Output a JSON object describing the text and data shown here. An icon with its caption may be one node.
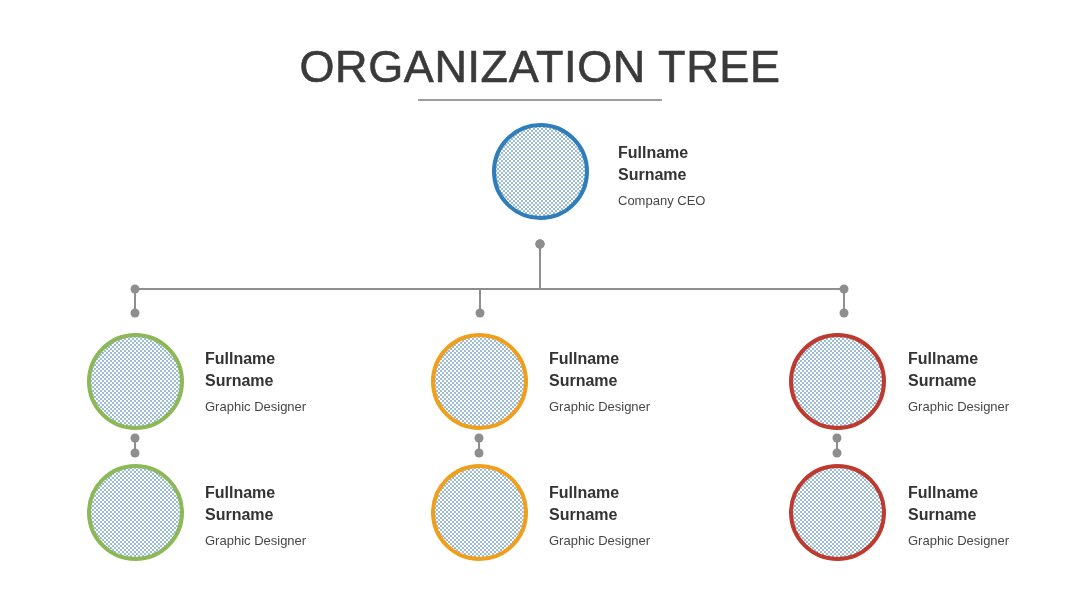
{
  "diagram": {
    "title": "ORGANIZATION TREE",
    "nodes": [
      {
        "text": [],
        "shape": "circle",
        "beside": [
          "Fullname Surname",
          "Company CEO"
        ]
      },
      {
        "text": [],
        "shape": "circle",
        "beside": [
          "Fullname Surname",
          "Graphic Designer"
        ]
      },
      {
        "text": [],
        "shape": "circle",
        "beside": [
          "Fullname Surname",
          "Graphic Designer"
        ]
      },
      {
        "text": [],
        "shape": "circle",
        "beside": [
          "Fullname Surname",
          "Graphic Designer"
        ]
      },
      {
        "text": [],
        "shape": "circle",
        "beside": [
          "Fullname Surname",
          "Graphic Designer"
        ]
      },
      {
        "text": [],
        "shape": "circle",
        "beside": [
          "Fullname Surname",
          "Graphic Designer"
        ]
      },
      {
        "text": [],
        "shape": "circle",
        "beside": [
          "Fullname Surname",
          "Graphic Designer"
        ]
      }
    ],
    "edges": [
      {
        "from": 0,
        "to": 1,
        "arrow": "other"
      },
      {
        "from": 0,
        "to": 2,
        "arrow": "other"
      },
      {
        "from": 0,
        "to": 3,
        "arrow": "other"
      },
      {
        "from": 1,
        "to": 4,
        "arrow": "other"
      },
      {
        "from": 2,
        "to": 5,
        "arrow": "other"
      },
      {
        "from": 3,
        "to": 6,
        "arrow": "other"
      }
    ]
  }
}
